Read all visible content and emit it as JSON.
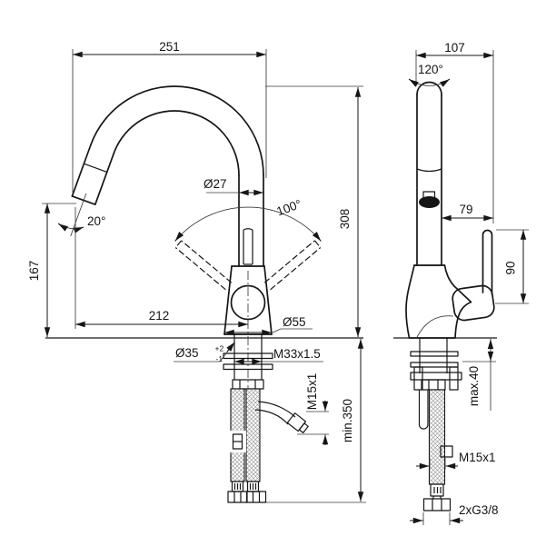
{
  "drawing": {
    "type": "technical-dimension-drawing",
    "subject": "single-lever kitchen mixer tap with high swivel spout, front and side views with installation dimensions",
    "colors": {
      "line": "#161616",
      "background": "#ffffff"
    },
    "views": {
      "front": {
        "labels": {
          "d251": "251",
          "d27": "Ø27",
          "d100deg": "100°",
          "d20deg": "20°",
          "d167": "167",
          "d308": "308",
          "d212": "212",
          "d55": "Ø55",
          "d35_main": "Ø35",
          "d35_tol_plus": "+2",
          "d35_tol_minus": "-1",
          "dm33": "M33x1.5",
          "dm15": "M15x1",
          "dmin350": "min.350"
        }
      },
      "side": {
        "labels": {
          "d107": "107",
          "d120deg": "120°",
          "d79": "79",
          "d90": "90",
          "dmax40": "max.40",
          "dm15": "M15x1",
          "dg38": "2xG3/8"
        }
      }
    }
  }
}
